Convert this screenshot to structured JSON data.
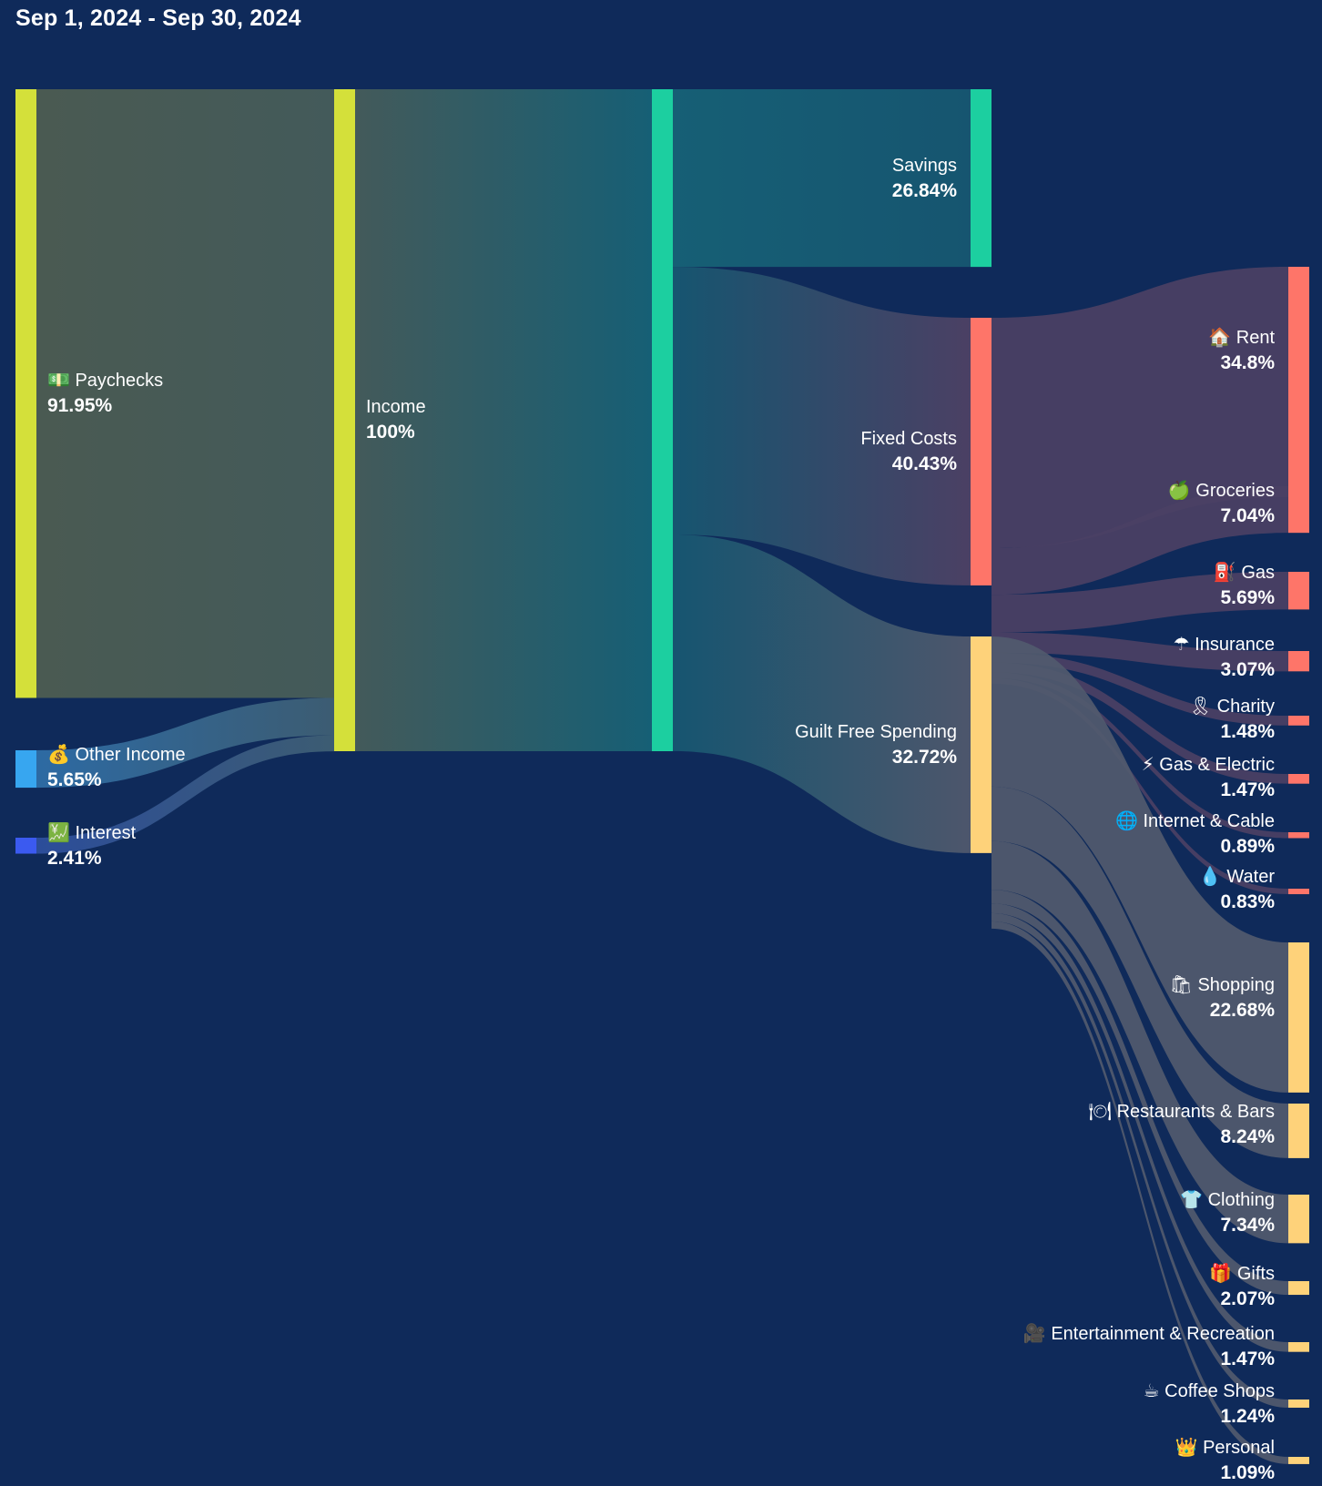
{
  "header": {
    "date_range": "Sep 1, 2024 - Sep 30, 2024"
  },
  "chart_data": {
    "type": "sankey",
    "title": "",
    "units": "percent of income",
    "colors": {
      "background": "#0f2a5a",
      "income_sources": "#d4e03a",
      "other_income": "#37a6f0",
      "interest": "#3b5af0",
      "total": "#1ccfa0",
      "savings": "#1ccfa0",
      "fixed_costs": "#fe7569",
      "guilt_free": "#fed27a"
    },
    "nodes": [
      {
        "id": "paychecks",
        "icon": "💵",
        "label": "Paychecks",
        "pct": "91.95%",
        "value": 91.95
      },
      {
        "id": "other_income",
        "icon": "💰",
        "label": "Other Income",
        "pct": "5.65%",
        "value": 5.65
      },
      {
        "id": "interest",
        "icon": "💹",
        "label": "Interest",
        "pct": "2.41%",
        "value": 2.41
      },
      {
        "id": "income",
        "icon": "",
        "label": "Income",
        "pct": "100%",
        "value": 100
      },
      {
        "id": "total",
        "icon": "",
        "label": "",
        "pct": "",
        "value": 100
      },
      {
        "id": "savings",
        "icon": "",
        "label": "Savings",
        "pct": "26.84%",
        "value": 26.84
      },
      {
        "id": "fixed_costs",
        "icon": "",
        "label": "Fixed Costs",
        "pct": "40.43%",
        "value": 40.43
      },
      {
        "id": "guilt_free",
        "icon": "",
        "label": "Guilt Free Spending",
        "pct": "32.72%",
        "value": 32.72
      },
      {
        "id": "rent",
        "icon": "🏠",
        "label": "Rent",
        "pct": "34.8%",
        "value": 34.8
      },
      {
        "id": "groceries",
        "icon": "🍏",
        "label": "Groceries",
        "pct": "7.04%",
        "value": 7.04
      },
      {
        "id": "gas",
        "icon": "⛽",
        "label": "Gas",
        "pct": "5.69%",
        "value": 5.69
      },
      {
        "id": "insurance",
        "icon": "☂",
        "label": "Insurance",
        "pct": "3.07%",
        "value": 3.07
      },
      {
        "id": "charity",
        "icon": "🎗",
        "label": "Charity",
        "pct": "1.48%",
        "value": 1.48
      },
      {
        "id": "gas_electric",
        "icon": "⚡",
        "label": "Gas & Electric",
        "pct": "1.47%",
        "value": 1.47
      },
      {
        "id": "internet_cable",
        "icon": "🌐",
        "label": "Internet & Cable",
        "pct": "0.89%",
        "value": 0.89
      },
      {
        "id": "water",
        "icon": "💧",
        "label": "Water",
        "pct": "0.83%",
        "value": 0.83
      },
      {
        "id": "shopping",
        "icon": "🛍",
        "label": "Shopping",
        "pct": "22.68%",
        "value": 22.68
      },
      {
        "id": "restaurants",
        "icon": "🍽",
        "label": "Restaurants & Bars",
        "pct": "8.24%",
        "value": 8.24
      },
      {
        "id": "clothing",
        "icon": "👕",
        "label": "Clothing",
        "pct": "7.34%",
        "value": 7.34
      },
      {
        "id": "gifts",
        "icon": "🎁",
        "label": "Gifts",
        "pct": "2.07%",
        "value": 2.07
      },
      {
        "id": "entertainment",
        "icon": "🎥",
        "label": "Entertainment & Recreation",
        "pct": "1.47%",
        "value": 1.47
      },
      {
        "id": "coffee",
        "icon": "☕",
        "label": "Coffee Shops",
        "pct": "1.24%",
        "value": 1.24
      },
      {
        "id": "personal",
        "icon": "👑",
        "label": "Personal",
        "pct": "1.09%",
        "value": 1.09
      }
    ],
    "links": [
      {
        "source": "paychecks",
        "target": "income",
        "value": 91.95
      },
      {
        "source": "other_income",
        "target": "income",
        "value": 5.65
      },
      {
        "source": "interest",
        "target": "income",
        "value": 2.41
      },
      {
        "source": "income",
        "target": "total",
        "value": 100
      },
      {
        "source": "total",
        "target": "savings",
        "value": 26.84
      },
      {
        "source": "total",
        "target": "fixed_costs",
        "value": 40.43
      },
      {
        "source": "total",
        "target": "guilt_free",
        "value": 32.72
      },
      {
        "source": "fixed_costs",
        "target": "rent",
        "value": 34.8
      },
      {
        "source": "fixed_costs",
        "target": "groceries",
        "value": 7.04
      },
      {
        "source": "fixed_costs",
        "target": "gas",
        "value": 5.69
      },
      {
        "source": "fixed_costs",
        "target": "insurance",
        "value": 3.07
      },
      {
        "source": "fixed_costs",
        "target": "charity",
        "value": 1.48
      },
      {
        "source": "fixed_costs",
        "target": "gas_electric",
        "value": 1.47
      },
      {
        "source": "fixed_costs",
        "target": "internet_cable",
        "value": 0.89
      },
      {
        "source": "fixed_costs",
        "target": "water",
        "value": 0.83
      },
      {
        "source": "guilt_free",
        "target": "shopping",
        "value": 22.68
      },
      {
        "source": "guilt_free",
        "target": "restaurants",
        "value": 8.24
      },
      {
        "source": "guilt_free",
        "target": "clothing",
        "value": 7.34
      },
      {
        "source": "guilt_free",
        "target": "gifts",
        "value": 2.07
      },
      {
        "source": "guilt_free",
        "target": "entertainment",
        "value": 1.47
      },
      {
        "source": "guilt_free",
        "target": "coffee",
        "value": 1.24
      },
      {
        "source": "guilt_free",
        "target": "personal",
        "value": 1.09
      }
    ]
  }
}
